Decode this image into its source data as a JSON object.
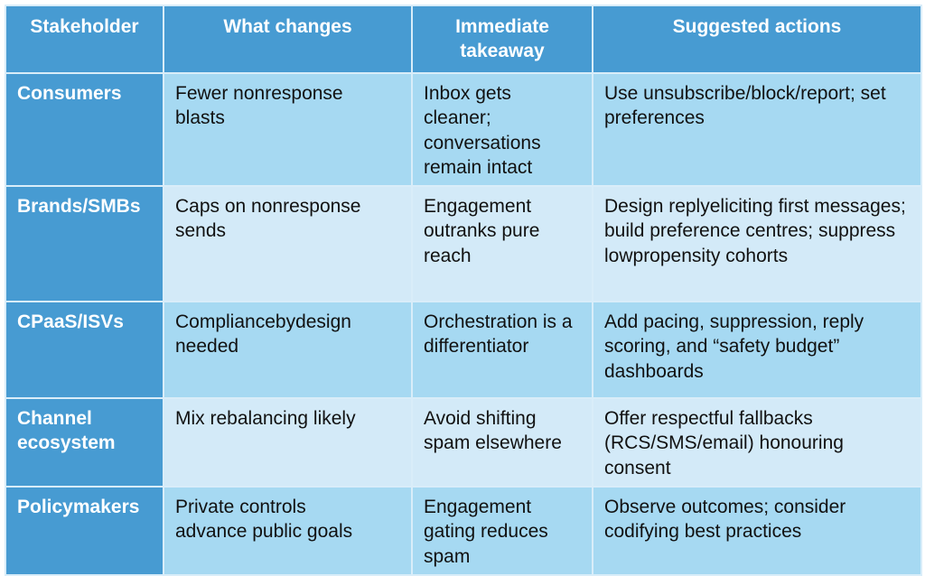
{
  "chart_data": {
    "type": "table",
    "columns": [
      "Stakeholder",
      "What changes",
      "Immediate takeaway",
      "Suggested actions"
    ],
    "rows": [
      [
        "Consumers",
        "Fewer nonresponse blasts",
        "Inbox gets cleaner; conversations remain intact",
        "Use unsubscribe/block/report; set preferences"
      ],
      [
        "Brands/SMBs",
        "Caps on nonresponse sends",
        "Engagement outranks pure reach",
        "Design replyeliciting first messages; build preference centres; suppress lowpropensity cohorts"
      ],
      [
        "CPaaS/ISVs",
        "Compliancebydesign needed",
        "Orchestration is a differentiator",
        "Add pacing, suppression, reply scoring, and “safety budget” dashboards"
      ],
      [
        "Channel ecosystem",
        "Mix rebalancing likely",
        "Avoid shifting spam elsewhere",
        "Offer respectful fallbacks (RCS/SMS/email) honouring consent"
      ],
      [
        "Policymakers",
        "Private controls advance public goals",
        "Engagement gating reduces spam",
        "Observe outcomes; consider codifying best practices"
      ]
    ]
  },
  "colors": {
    "header_bg": "#479bd2",
    "row_label_bg": "#479bd2",
    "row_odd_bg": "#a6d9f2",
    "row_even_bg": "#d3eaf8",
    "grid_line": "#d9edf9",
    "header_text": "#ffffff",
    "body_text": "#111111"
  }
}
